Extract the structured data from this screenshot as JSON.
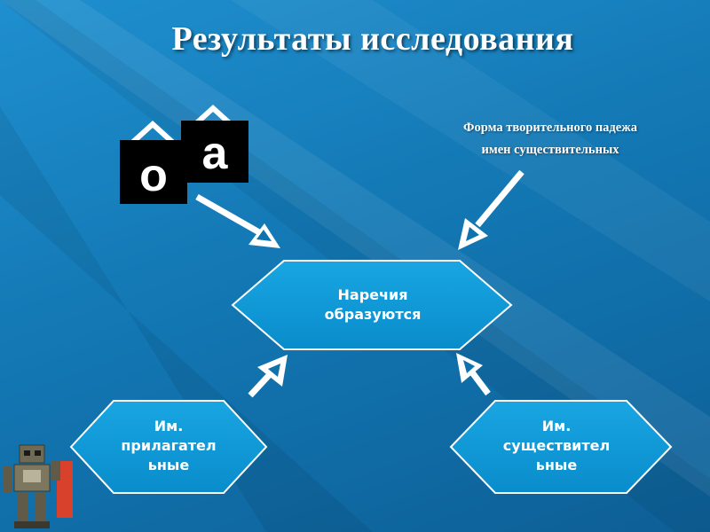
{
  "title": "Результаты исследования",
  "form_label": {
    "line1": "Форма творительного падежа",
    "line2": "имен существительных"
  },
  "letters": {
    "o": "о",
    "a": "а"
  },
  "nodes": {
    "center": {
      "line1": "Наречия",
      "line2": "образуются"
    },
    "left": {
      "line1": "Им.",
      "line2": "прилагател",
      "line3": "ьные"
    },
    "right": {
      "line1": "Им.",
      "line2": "существител",
      "line3": "ьные"
    }
  },
  "colors": {
    "hex_fill": "#0a97d4",
    "hex_stroke": "#ffffff",
    "letter_box": "#000000"
  },
  "icons": [
    "robot-icon"
  ]
}
